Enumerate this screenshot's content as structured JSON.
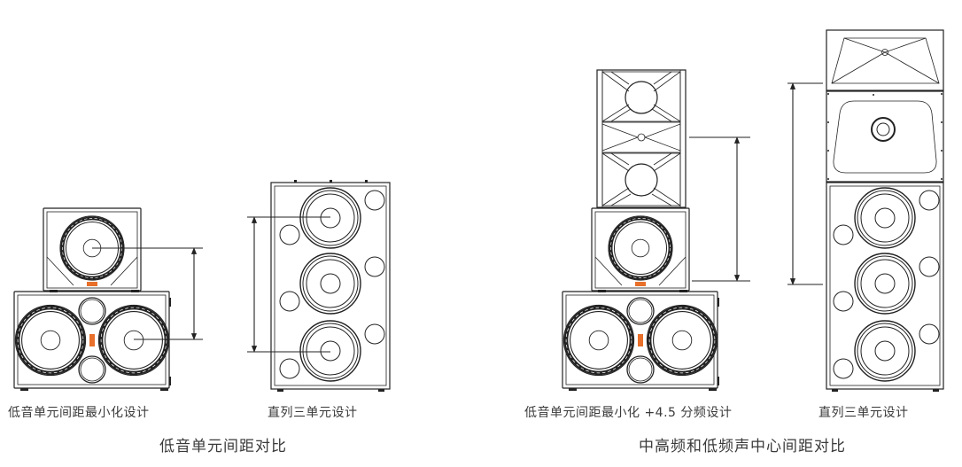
{
  "labels": {
    "left_stack": "低音单元间距最小化设计",
    "left_column": "直列三单元设计",
    "right_stack": "低音单元间距最小化 +4.5 分频设计",
    "right_column": "直列三单元设计"
  },
  "captions": {
    "left_group": "低音单元间距对比",
    "right_group": "中高频和低频声中心间距对比"
  },
  "colors": {
    "line": "#222222",
    "logo_badge": "#e8702a",
    "background": "#ffffff"
  }
}
